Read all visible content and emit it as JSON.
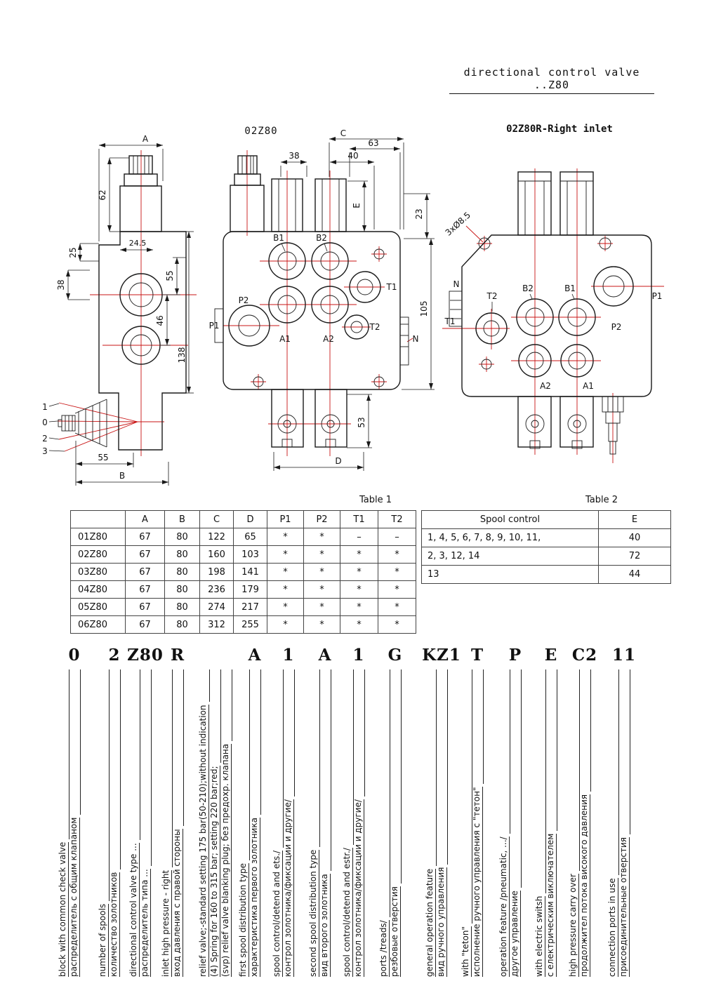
{
  "page": {
    "title": "directional control valve ..Z80"
  },
  "views": {
    "left": {
      "dims": {
        "a": "A",
        "h62": "62",
        "h25": "25",
        "h38": "38",
        "w245": "24.5",
        "h55": "55",
        "h46": "46",
        "h138": "138",
        "w55": "55",
        "b": "B"
      },
      "positions": {
        "p1": "1",
        "p0": "0",
        "p2": "2",
        "p3": "3"
      }
    },
    "top": {
      "title": "02Z80",
      "dims": {
        "c": "C",
        "w63": "63",
        "w38": "38",
        "w40": "40",
        "h23": "23",
        "e": "E",
        "h105": "105",
        "h53": "53",
        "d": "D"
      },
      "ports": {
        "b1": "B1",
        "b2": "B2",
        "a1": "A1",
        "a2": "A2",
        "p1": "P1",
        "p2": "P2",
        "t1": "T1",
        "t2": "T2",
        "n": "N"
      }
    },
    "right": {
      "title": "02Z80R-Right inlet",
      "dims": {
        "holes": "3xØ8.5"
      },
      "ports": {
        "b1": "B1",
        "b2": "B2",
        "a1": "A1",
        "a2": "A2",
        "p1": "P1",
        "p2": "P2",
        "t1": "T1",
        "t2": "T2",
        "n": "N"
      }
    }
  },
  "table1": {
    "caption": "Table 1",
    "headers": [
      "",
      "A",
      "B",
      "C",
      "D",
      "P1",
      "P2",
      "T1",
      "T2"
    ],
    "rows": [
      [
        "01Z80",
        "67",
        "80",
        "122",
        "65",
        "*",
        "*",
        "–",
        "–"
      ],
      [
        "02Z80",
        "67",
        "80",
        "160",
        "103",
        "*",
        "*",
        "*",
        "*"
      ],
      [
        "03Z80",
        "67",
        "80",
        "198",
        "141",
        "*",
        "*",
        "*",
        "*"
      ],
      [
        "04Z80",
        "67",
        "80",
        "236",
        "179",
        "*",
        "*",
        "*",
        "*"
      ],
      [
        "05Z80",
        "67",
        "80",
        "274",
        "217",
        "*",
        "*",
        "*",
        "*"
      ],
      [
        "06Z80",
        "67",
        "80",
        "312",
        "255",
        "*",
        "*",
        "*",
        "*"
      ]
    ]
  },
  "table2": {
    "caption": "Table 2",
    "headers": [
      "Spool control",
      "E"
    ],
    "rows": [
      [
        "1, 4, 5, 6, 7, 8, 9, 10, 11,",
        "40"
      ],
      [
        "2, 3, 12, 14",
        "72"
      ],
      [
        "13",
        "44"
      ]
    ]
  },
  "ordering_code": {
    "items": [
      {
        "code": "0",
        "labels": [
          "block with common check valve",
          "распределитель с общим клапаном"
        ]
      },
      {
        "code": "2",
        "labels": [
          "number of spools",
          "количество золотников"
        ]
      },
      {
        "code": "Z80",
        "labels": [
          "directional control valve type ...",
          "распределитель типа ..."
        ]
      },
      {
        "code": "R",
        "labels": [
          "inlet high pressure - right",
          "вход давления с правой стороны"
        ]
      },
      {
        "code": "",
        "labels": [
          "relief valve;-standard setting 175 bar(50-210);without indication",
          "(4) Spring for 160 to 315 bar;  setting 220 bar;red;",
          "(svp) relief valve blanking plug;  без предохр. клапана"
        ]
      },
      {
        "code": "A",
        "labels": [
          "first spool distribution type",
          "характеристика первого золотника"
        ]
      },
      {
        "code": "1",
        "labels": [
          "spool control/detend and ets./",
          "контрол золотника/фиксации и другие/"
        ]
      },
      {
        "code": "A",
        "labels": [
          "second spool distribution type",
          "вид второго золотника"
        ]
      },
      {
        "code": "1",
        "labels": [
          "spool control/detend and estr./",
          "контрол золотника/фиксации и другие/"
        ]
      },
      {
        "code": "G",
        "labels": [
          "ports /treads/",
          "резбовые отверстия"
        ]
      },
      {
        "code": "KZ1",
        "labels": [
          "general operation feature",
          "вид ручного управления"
        ]
      },
      {
        "code": "T",
        "labels": [
          "with \"teton\"",
          "исполнение ручного управления с \"тетон\""
        ]
      },
      {
        "code": "P",
        "labels": [
          "operation feature /pneumatic, .../",
          "другое управление"
        ]
      },
      {
        "code": "E",
        "labels": [
          "with electric switsh",
          "с електрическим виключателем"
        ]
      },
      {
        "code": "C2",
        "labels": [
          "high pressure carry over",
          "продолжител потока високого давления"
        ]
      },
      {
        "code": "11",
        "labels": [
          "connection ports in use",
          "присоединительные отверстия"
        ]
      }
    ]
  }
}
